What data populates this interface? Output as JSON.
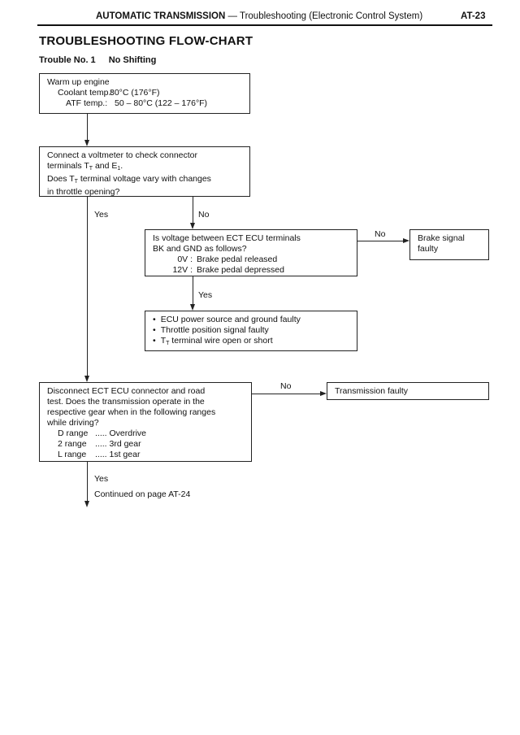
{
  "header": {
    "title_bold": "AUTOMATIC TRANSMISSION",
    "title_rest": " — Troubleshooting (Electronic Control System)",
    "page": "AT-23"
  },
  "section_title": "TROUBLESHOOTING FLOW-CHART",
  "trouble": {
    "number": "Trouble No. 1",
    "name": "No Shifting"
  },
  "box1": {
    "line1": "Warm up engine",
    "coolant_label": "Coolant temp.:",
    "coolant_value": "80°C (176°F)",
    "atf_label": "ATF temp.:",
    "atf_value": "50 – 80°C (122 – 176°F)"
  },
  "box2": {
    "line1": "Connect a voltmeter to check connector",
    "line2a": "terminals T",
    "line2b": "T",
    "line2c": " and E",
    "line2d": "1",
    "line2e": ".",
    "line3a": "Does T",
    "line3b": "T",
    "line3c": " terminal voltage vary with changes",
    "line4": "in throttle opening?"
  },
  "labels": {
    "yes1": "Yes",
    "no1": "No",
    "no2": "No",
    "yes2": "Yes",
    "no3": "No",
    "yes3": "Yes",
    "continued": "Continued on page AT-24"
  },
  "box3": {
    "line1": "Is voltage between ECT ECU terminals",
    "line2": "BK and GND as follows?",
    "r1_key": "0V :",
    "r1_val": "Brake pedal released",
    "r2_key": "12V :",
    "r2_val": "Brake pedal depressed"
  },
  "box4": {
    "line1": "Brake signal",
    "line2": "faulty"
  },
  "box5": {
    "items": [
      "ECU power source and ground faulty",
      "Throttle position signal faulty",
      "T",
      "T",
      " terminal wire open or short"
    ]
  },
  "box6": {
    "line1": "Disconnect ECT ECU connector and road",
    "line2": "test.  Does the transmission operate in the",
    "line3": "respective gear when in the following ranges",
    "line4": "while driving?",
    "ranges": [
      {
        "k": "D range",
        "v": "..... Overdrive"
      },
      {
        "k": "2 range",
        "v": "..... 3rd gear"
      },
      {
        "k": "L range",
        "v": "..... 1st gear"
      }
    ]
  },
  "box7": {
    "line1": "Transmission faulty"
  }
}
